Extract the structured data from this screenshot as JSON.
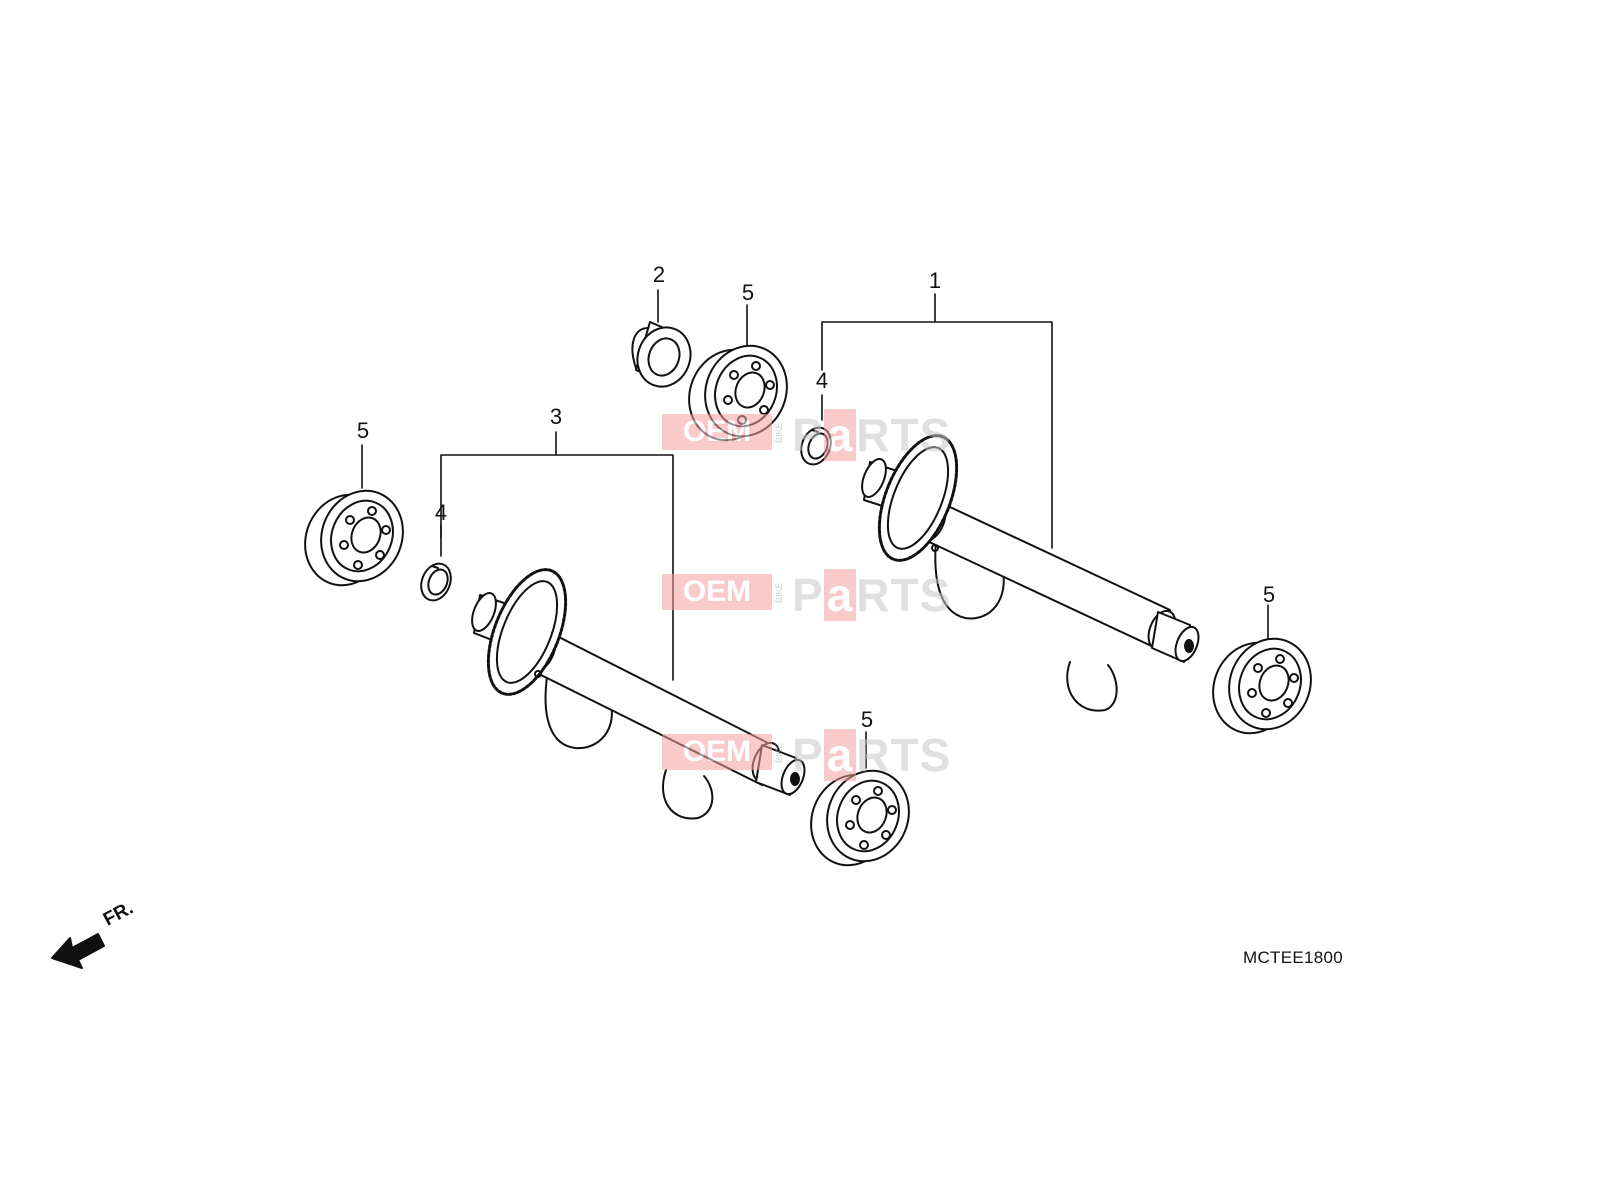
{
  "callouts": {
    "c1": "1",
    "c2": "2",
    "c3": "3",
    "c4a": "4",
    "c4b": "4",
    "c5a": "5",
    "c5b": "5",
    "c5c": "5",
    "c5d": "5"
  },
  "diagram_code": "MCTEE1800",
  "front_marker": "FR.",
  "watermark": {
    "oem": "OEM",
    "bike": "BIKE",
    "parts_pre": "P",
    "parts_a": "a",
    "parts_post": "RTS"
  },
  "colors": {
    "line": "#111111",
    "watermark_red": "#f3a0a0",
    "watermark_gray": "#c8c8c8"
  }
}
